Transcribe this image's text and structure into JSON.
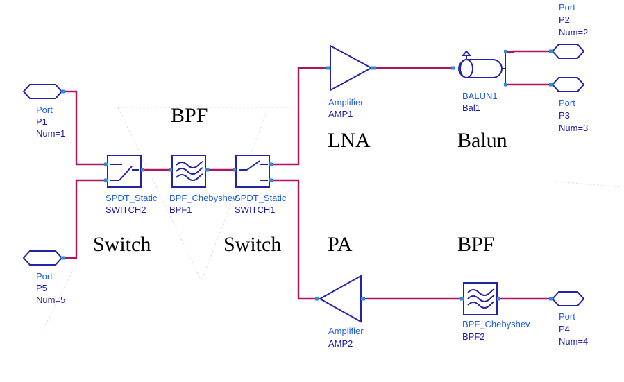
{
  "ports": {
    "p1": {
      "type": "Port",
      "name": "P1",
      "num": "Num=1"
    },
    "p2": {
      "type": "Port",
      "name": "P2",
      "num": "Num=2"
    },
    "p3": {
      "type": "Port",
      "name": "P3",
      "num": "Num=3"
    },
    "p4": {
      "type": "Port",
      "name": "P4",
      "num": "Num=4"
    },
    "p5": {
      "type": "Port",
      "name": "P5",
      "num": "Num=5"
    }
  },
  "components": {
    "switch2": {
      "type": "SPDT_Static",
      "name": "SWITCH2"
    },
    "bpf1": {
      "type": "BPF_Chebyshev",
      "name": "BPF1"
    },
    "switch1": {
      "type": "SPDT_Static",
      "name": "SWITCH1"
    },
    "amp1": {
      "type": "Amplifier",
      "name": "AMP1"
    },
    "amp2": {
      "type": "Amplifier",
      "name": "AMP2"
    },
    "balun1": {
      "type": "BALUN1",
      "name": "Bal1"
    },
    "bpf2": {
      "type": "BPF_Chebyshev",
      "name": "BPF2"
    }
  },
  "block_labels": {
    "bpf_top": "BPF",
    "lna": "LNA",
    "balun": "Balun",
    "switch_left": "Switch",
    "switch_right": "Switch",
    "pa": "PA",
    "bpf_bottom": "BPF"
  },
  "colors": {
    "wire": "#b1145f",
    "component": "#2323a6",
    "label_type": "#1c5fe0",
    "label_name": "#1a1aa8"
  }
}
